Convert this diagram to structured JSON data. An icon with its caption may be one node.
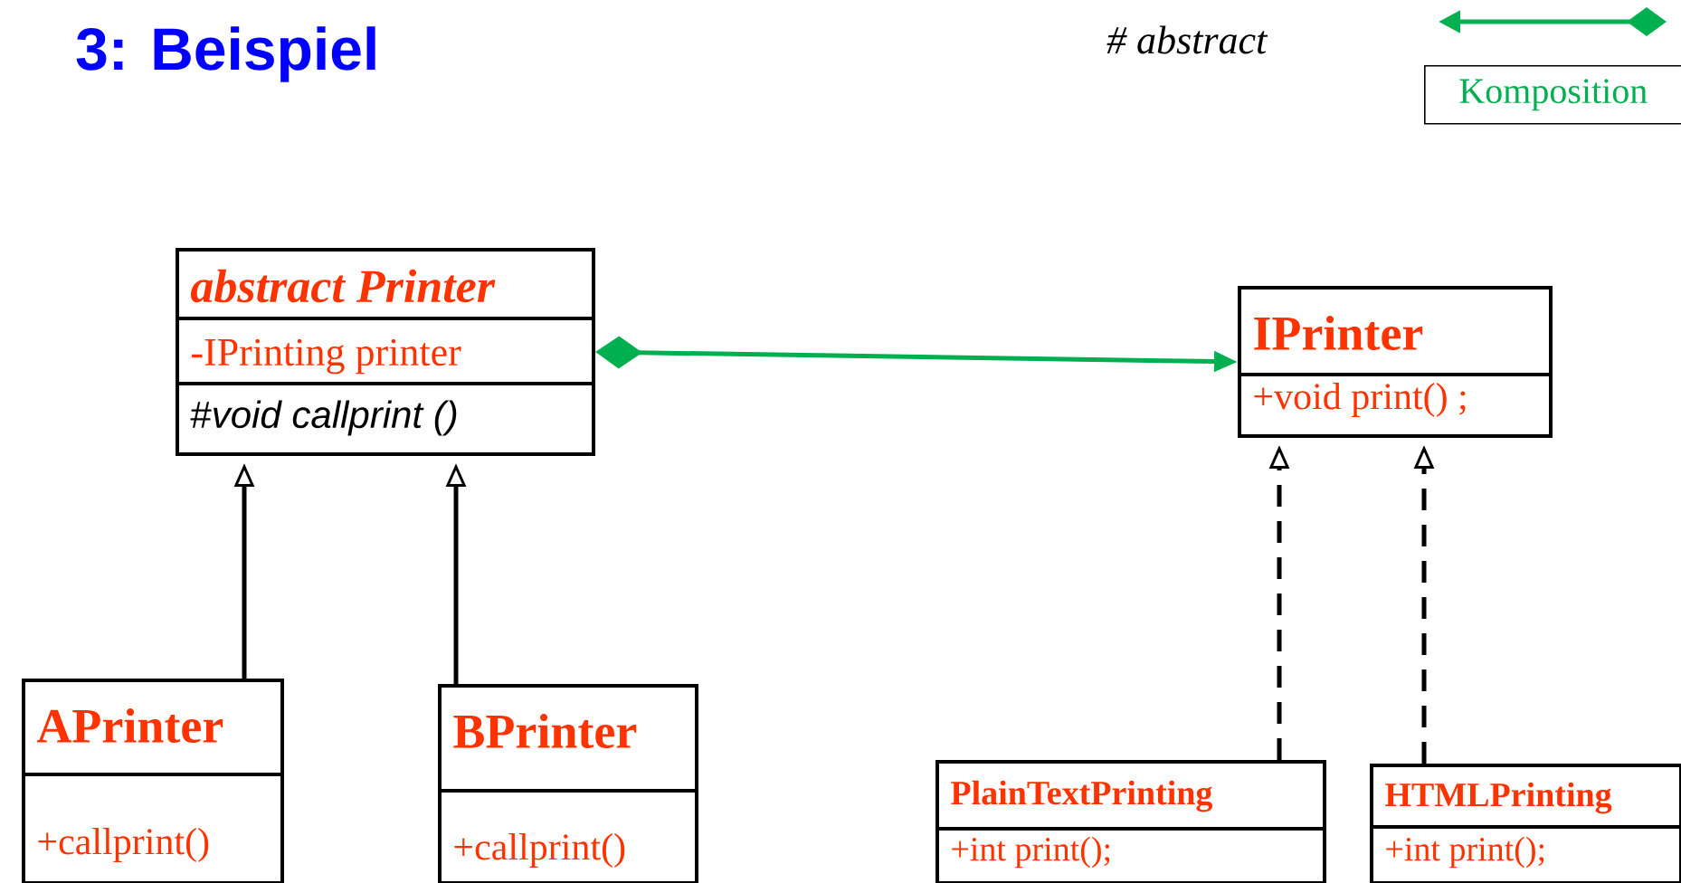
{
  "diagram": {
    "title": "3: Beispiel",
    "nodes": [
      {
        "text": [
          "abstract Printer",
          "-IPrinting printer",
          "#*void callprint ()*"
        ]
      },
      {
        "text": [
          "IPrinter",
          "+void print() ;"
        ]
      },
      {
        "text": [
          "APrinter",
          "+callprint()"
        ]
      },
      {
        "text": [
          "BPrinter",
          "+callprint()"
        ]
      },
      {
        "text": [
          "PlainTextPrinting",
          "+int print();"
        ]
      },
      {
        "text": [
          "HTMLPrinting",
          "+int print();"
        ]
      }
    ],
    "edges": [
      {
        "from": 0,
        "to": 1,
        "arrow": "to",
        "color": "#00b050"
      },
      {
        "from": 2,
        "to": 0,
        "arrow": "to"
      },
      {
        "from": 3,
        "to": 0,
        "arrow": "to"
      },
      {
        "from": 4,
        "to": 1,
        "arrow": "to",
        "style": "dashed"
      },
      {
        "from": 5,
        "to": 1,
        "arrow": "to",
        "style": "dashed"
      }
    ],
    "labels": [
      "# abstract"
    ],
    "legend": [
      {
        "text": "Komposition"
      }
    ]
  }
}
